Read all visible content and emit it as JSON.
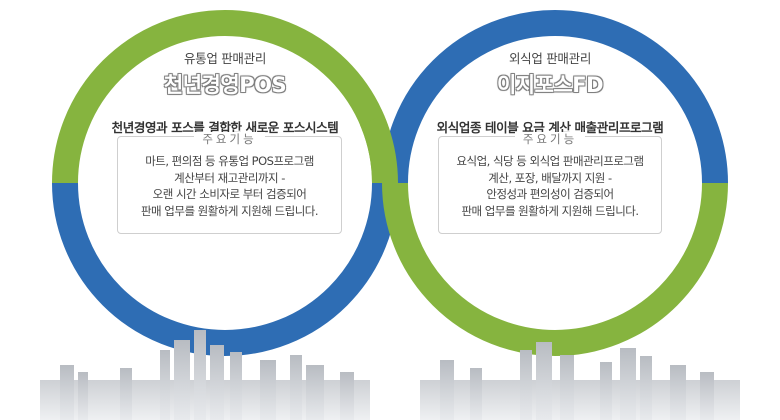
{
  "colors": {
    "green": "#7fb23a",
    "blue": "#2d6db5"
  },
  "left": {
    "subtitle": "유통업 판매관리",
    "brand": "천년경영POS",
    "tagline": "천년경영과 포스를 결합한 새로운 포스시스템",
    "box_title": "주요기능",
    "lines": [
      "마트, 편의점 등 유통업 POS프로그램",
      "계산부터 재고관리까지 -",
      "오랜 시간 소비자로 부터 검증되어",
      "판매 업무를 원활하게 지원해 드립니다."
    ]
  },
  "right": {
    "subtitle": "외식업 판매관리",
    "brand": "이지포스FD",
    "tagline": "외식업종 테이블 요금 계산 매출관리프로그램",
    "box_title": "주요기능",
    "lines": [
      "요식업, 식당 등 외식업 판매관리프로그램",
      "계산, 포장, 배달까지 지원 -",
      "안정성과 편의성이 검증되어",
      "판매 업무를 원활하게 지원해 드립니다."
    ]
  }
}
